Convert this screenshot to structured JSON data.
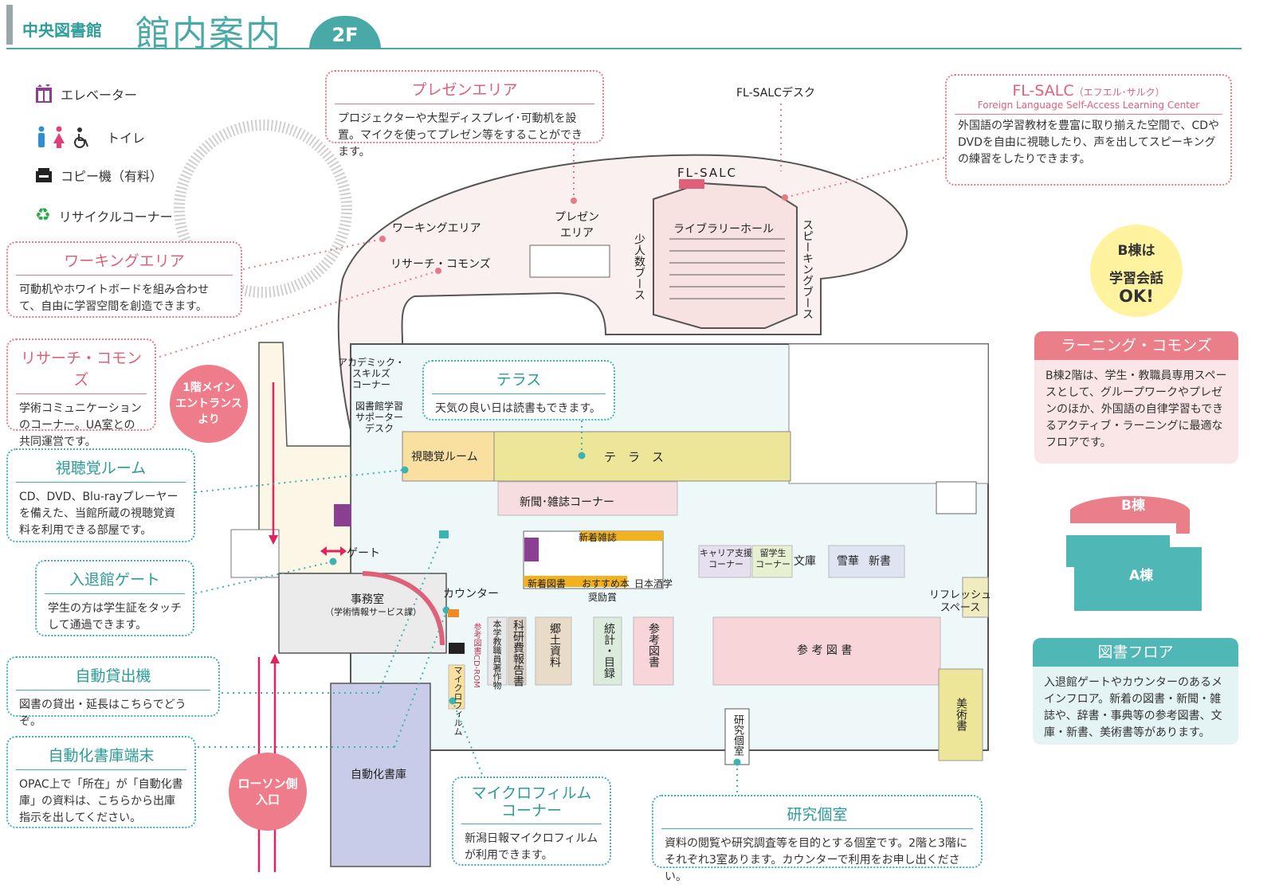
{
  "header": {
    "subtitle": "中央図書館",
    "title": "館内案内",
    "floor": "2F"
  },
  "legend": [
    {
      "icon": "elevator-icon",
      "label": "エレベーター"
    },
    {
      "icon": "restroom-icon",
      "label": "トイレ"
    },
    {
      "icon": "copier-icon",
      "label": "コピー機（有料）"
    },
    {
      "icon": "recycle-icon",
      "label": "リサイクルコーナー"
    }
  ],
  "callouts": {
    "presen": {
      "title": "プレゼンエリア",
      "body": "プロジェクターや大型ディスプレイ･可動机を設置。マイクを使ってプレゼン等をすることができます。"
    },
    "flsalc": {
      "title": "FL-SALC",
      "title_small": "（エフエル･サルク）",
      "subtitle": "Foreign Language Self-Access Learning Center",
      "body": "外国語の学習教材を豊富に取り揃えた空間で、CDやDVDを自由に視聴したり、声を出してスピーキングの練習をしたりできます。"
    },
    "working": {
      "title": "ワーキングエリア",
      "body": "可動机やホワイトボードを組み合わせて、自由に学習空間を創造できます。"
    },
    "research": {
      "title": "リサーチ・コモンズ",
      "body": "学術コミュニケーションのコーナー。UA室との共同運営です。"
    },
    "terrace": {
      "title": "テラス",
      "body": "天気の良い日は読書もできます。"
    },
    "av": {
      "title": "視聴覚ルーム",
      "body": "CD、DVD、Blu-rayプレーヤーを備えた、当館所蔵の視聴覚資料を利用できる部屋です。"
    },
    "gate": {
      "title": "入退館ゲート",
      "body": "学生の方は学生証をタッチして通過できます。"
    },
    "selfcheck": {
      "title": "自動貸出機",
      "body": "図書の貸出・延長はこちらでどうぞ。"
    },
    "autostore": {
      "title": "自動化書庫端末",
      "body": "OPAC上で「所在」が「自動化書庫」の資料は、こちらから出庫指示を出してください。"
    },
    "microfilm": {
      "title": "マイクロフィルム\nコーナー",
      "body": "新潟日報マイクロフィルムが利用できます。"
    },
    "study": {
      "title": "研究個室",
      "body": "資料の閲覧や研究調査等を目的とする個室です。2階と3階にそれぞれ3室あります。カウンターで利用をお申し出ください。"
    }
  },
  "badges": {
    "main_entrance": "1階メイン\nエントランス\nより",
    "lawson": "ローソン側\n入口"
  },
  "building_b": {
    "line1": "B棟は",
    "line2": "学習会話",
    "line3": "OK!"
  },
  "learning_commons": {
    "title": "ラーニング・コモンズ",
    "body": "B棟2階は、学生・教職員専用スペースとして、グループワークやプレゼンのほか、外国語の自律学習もできるアクティブ・ラーニングに最適なフロアです。"
  },
  "minimap": {
    "b": "B棟",
    "a": "A棟"
  },
  "book_floor": {
    "title": "図書フロア",
    "body": "入退館ゲートやカウンターのあるメインフロア。新着の図書・新聞・雑誌や、辞書・事典等の参考図書、文庫・新書、美術書等があります。"
  },
  "map_labels": {
    "flsalc_desk": "FL-SALCデスク",
    "flsalc": "FL-SALC",
    "presen_area": "プレゼン\nエリア",
    "working_area": "ワーキングエリア",
    "research_commons": "リサーチ・コモンズ",
    "library_hall": "ライブラリーホール",
    "small_booth": "少人数ブース",
    "speaking_booth": "スピーキングブース",
    "academic_skills": "アカデミック・\nスキルズ\nコーナー",
    "support_desk": "図書館学習\nサポーター\nデスク",
    "av_room": "視聴覚ルーム",
    "terrace": "テ　ラ　ス",
    "newspaper": "新聞･雑誌コーナー",
    "new_magazines": "新着雑誌",
    "new_books": "新着図書",
    "recommend": "おすすめ本",
    "sake": "日本酒学",
    "award": "奨励賞",
    "gate": "ゲート",
    "office": "事務室",
    "office_sub": "（学術情報サービス課）",
    "counter": "カウンター",
    "career": "キャリア支援\nコーナー",
    "intl": "留学生\nコーナー",
    "bunko": "文庫",
    "sekka": "雪華",
    "shinsho": "新書",
    "refresh": "リフレッシュ\nスペース",
    "reference": "参 考 図 書",
    "art": "美術書",
    "study_room": "研究個室",
    "auto_store": "自動化書庫",
    "cdrom": "参考図書CD-ROM",
    "staff_works": "本学教職員著作物",
    "kaken": "科研費報告書",
    "local": "郷土資料",
    "stats": "統計・目録",
    "ref_books": "参考図書",
    "microfilm": "マイクロフィルム"
  }
}
